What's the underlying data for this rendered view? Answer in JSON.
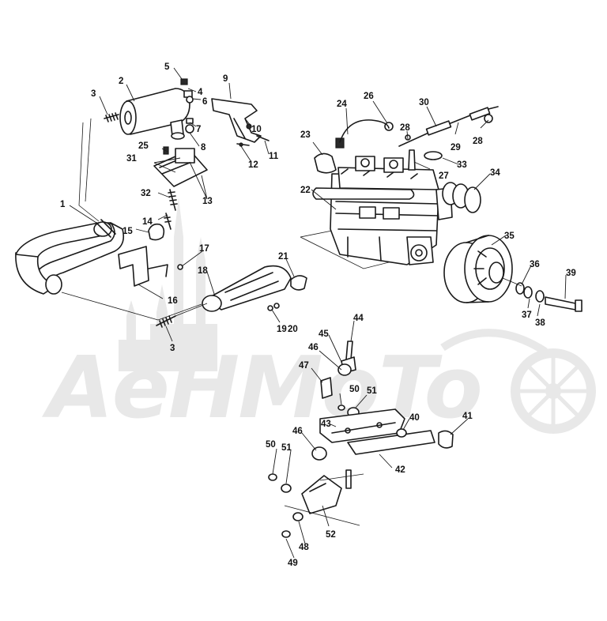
{
  "watermark": {
    "text": "AeHMoTo"
  },
  "callouts": [
    {
      "id": "c1",
      "label": "1"
    },
    {
      "id": "c2",
      "label": "2"
    },
    {
      "id": "c3a",
      "label": "3"
    },
    {
      "id": "c3b",
      "label": "3"
    },
    {
      "id": "c4",
      "label": "4"
    },
    {
      "id": "c5",
      "label": "5"
    },
    {
      "id": "c6",
      "label": "6"
    },
    {
      "id": "c7",
      "label": "7"
    },
    {
      "id": "c8",
      "label": "8"
    },
    {
      "id": "c9",
      "label": "9"
    },
    {
      "id": "c10",
      "label": "10"
    },
    {
      "id": "c11",
      "label": "11"
    },
    {
      "id": "c12",
      "label": "12"
    },
    {
      "id": "c13",
      "label": "13"
    },
    {
      "id": "c14",
      "label": "14"
    },
    {
      "id": "c15",
      "label": "15"
    },
    {
      "id": "c16",
      "label": "16"
    },
    {
      "id": "c17",
      "label": "17"
    },
    {
      "id": "c18",
      "label": "18"
    },
    {
      "id": "c19",
      "label": "19"
    },
    {
      "id": "c20",
      "label": "20"
    },
    {
      "id": "c21",
      "label": "21"
    },
    {
      "id": "c22",
      "label": "22"
    },
    {
      "id": "c23",
      "label": "23"
    },
    {
      "id": "c24",
      "label": "24"
    },
    {
      "id": "c25",
      "label": "25"
    },
    {
      "id": "c26",
      "label": "26"
    },
    {
      "id": "c27",
      "label": "27"
    },
    {
      "id": "c28a",
      "label": "28"
    },
    {
      "id": "c28b",
      "label": "28"
    },
    {
      "id": "c29",
      "label": "29"
    },
    {
      "id": "c30",
      "label": "30"
    },
    {
      "id": "c31",
      "label": "31"
    },
    {
      "id": "c32",
      "label": "32"
    },
    {
      "id": "c33",
      "label": "33"
    },
    {
      "id": "c34",
      "label": "34"
    },
    {
      "id": "c35",
      "label": "35"
    },
    {
      "id": "c36",
      "label": "36"
    },
    {
      "id": "c37",
      "label": "37"
    },
    {
      "id": "c38",
      "label": "38"
    },
    {
      "id": "c39",
      "label": "39"
    },
    {
      "id": "c40",
      "label": "40"
    },
    {
      "id": "c41",
      "label": "41"
    },
    {
      "id": "c42",
      "label": "42"
    },
    {
      "id": "c43",
      "label": "43"
    },
    {
      "id": "c44",
      "label": "44"
    },
    {
      "id": "c45",
      "label": "45"
    },
    {
      "id": "c46a",
      "label": "46"
    },
    {
      "id": "c46b",
      "label": "46"
    },
    {
      "id": "c47",
      "label": "47"
    },
    {
      "id": "c48",
      "label": "48"
    },
    {
      "id": "c49",
      "label": "49"
    },
    {
      "id": "c50a",
      "label": "50"
    },
    {
      "id": "c50b",
      "label": "50"
    },
    {
      "id": "c51a",
      "label": "51"
    },
    {
      "id": "c51b",
      "label": "51"
    },
    {
      "id": "c52",
      "label": "52"
    }
  ]
}
